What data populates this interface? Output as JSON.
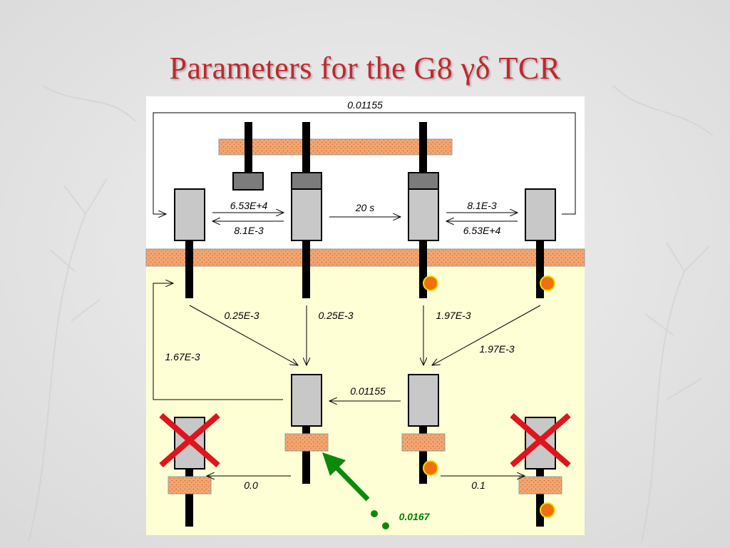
{
  "slide": {
    "title": "Parameters for the G8 γδ TCR"
  },
  "diagram": {
    "rates": {
      "top_loop": "0.01155",
      "bind_on_left": "6.53E+4",
      "bind_off_left": "8.1E-3",
      "signal_time": "20 s",
      "bind_off_right": "8.1E-3",
      "bind_on_right": "6.53E+4",
      "decay_a": "0.25E-3",
      "decay_b": "0.25E-3",
      "decay_c": "1.97E-3",
      "decay_d": "1.97E-3",
      "recycle": "1.67E-3",
      "middle_transfer": "0.01155",
      "bottom_left": "0.0",
      "bottom_right": "0.1",
      "green_input": "0.0167"
    },
    "colors": {
      "membrane_fill": "#f2a671",
      "membrane_dot": "#c8602a",
      "cytoplasm": "#ffffd6",
      "receptor_body": "#c8c8c8",
      "receptor_cap": "#7c7c7c",
      "phospho_dot": "#f07010",
      "phospho_ring": "#f0e000",
      "cross": "#e0141c",
      "green_arrow": "#0a8a0a"
    }
  }
}
